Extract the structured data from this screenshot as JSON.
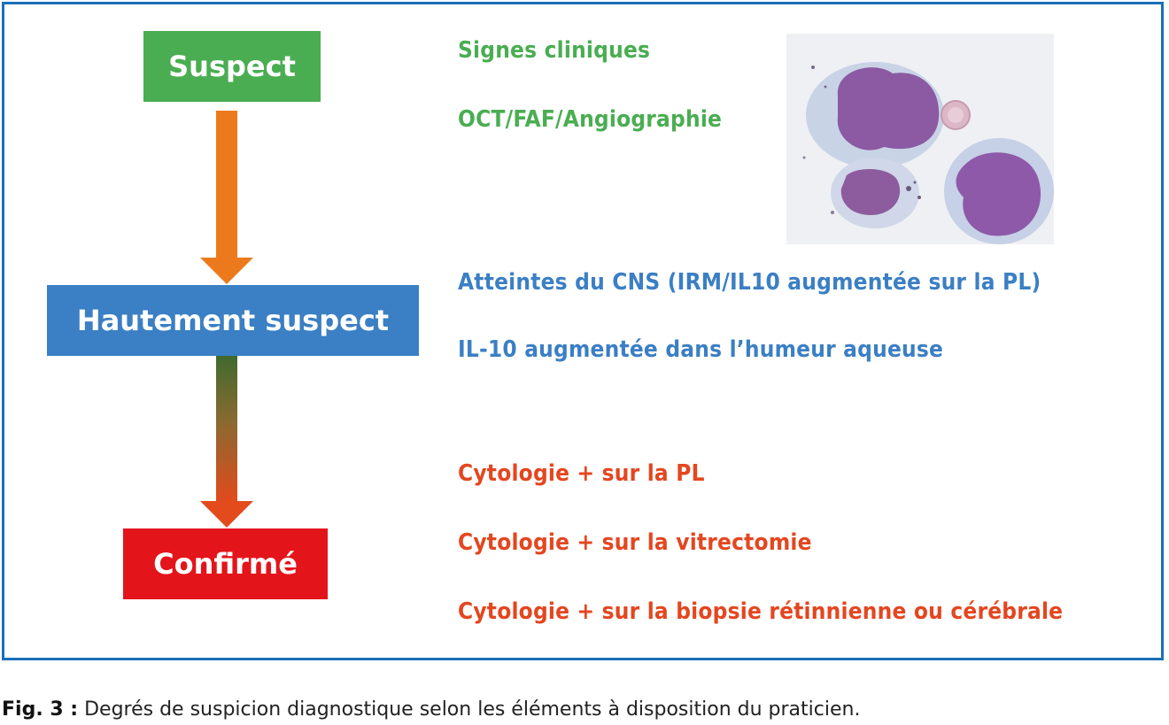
{
  "levels": {
    "suspect": "Suspect",
    "hautement": "Hautement suspect",
    "confirme": "Confirmé"
  },
  "criteria": {
    "green": [
      "Signes cliniques",
      "OCT/FAF/Angiographie"
    ],
    "blue": [
      "Atteintes du CNS (IRM/IL10 augmentée sur la PL)",
      "IL-10 augmentée dans l’humeur aqueuse"
    ],
    "red": [
      "Cytologie + sur la PL",
      "Cytologie + sur la vitrectomie",
      "Cytologie + sur la biopsie rétinnienne ou cérébrale"
    ]
  },
  "caption": {
    "label": "Fig. 3 :",
    "text": " Degrés de suspicion diagnostique selon les éléments à disposition du praticien."
  },
  "colors": {
    "green": "#4aad52",
    "blue": "#3b7fc4",
    "red": "#e4141b",
    "orange": "#ec7a1c",
    "frame": "#1a6fb8"
  }
}
